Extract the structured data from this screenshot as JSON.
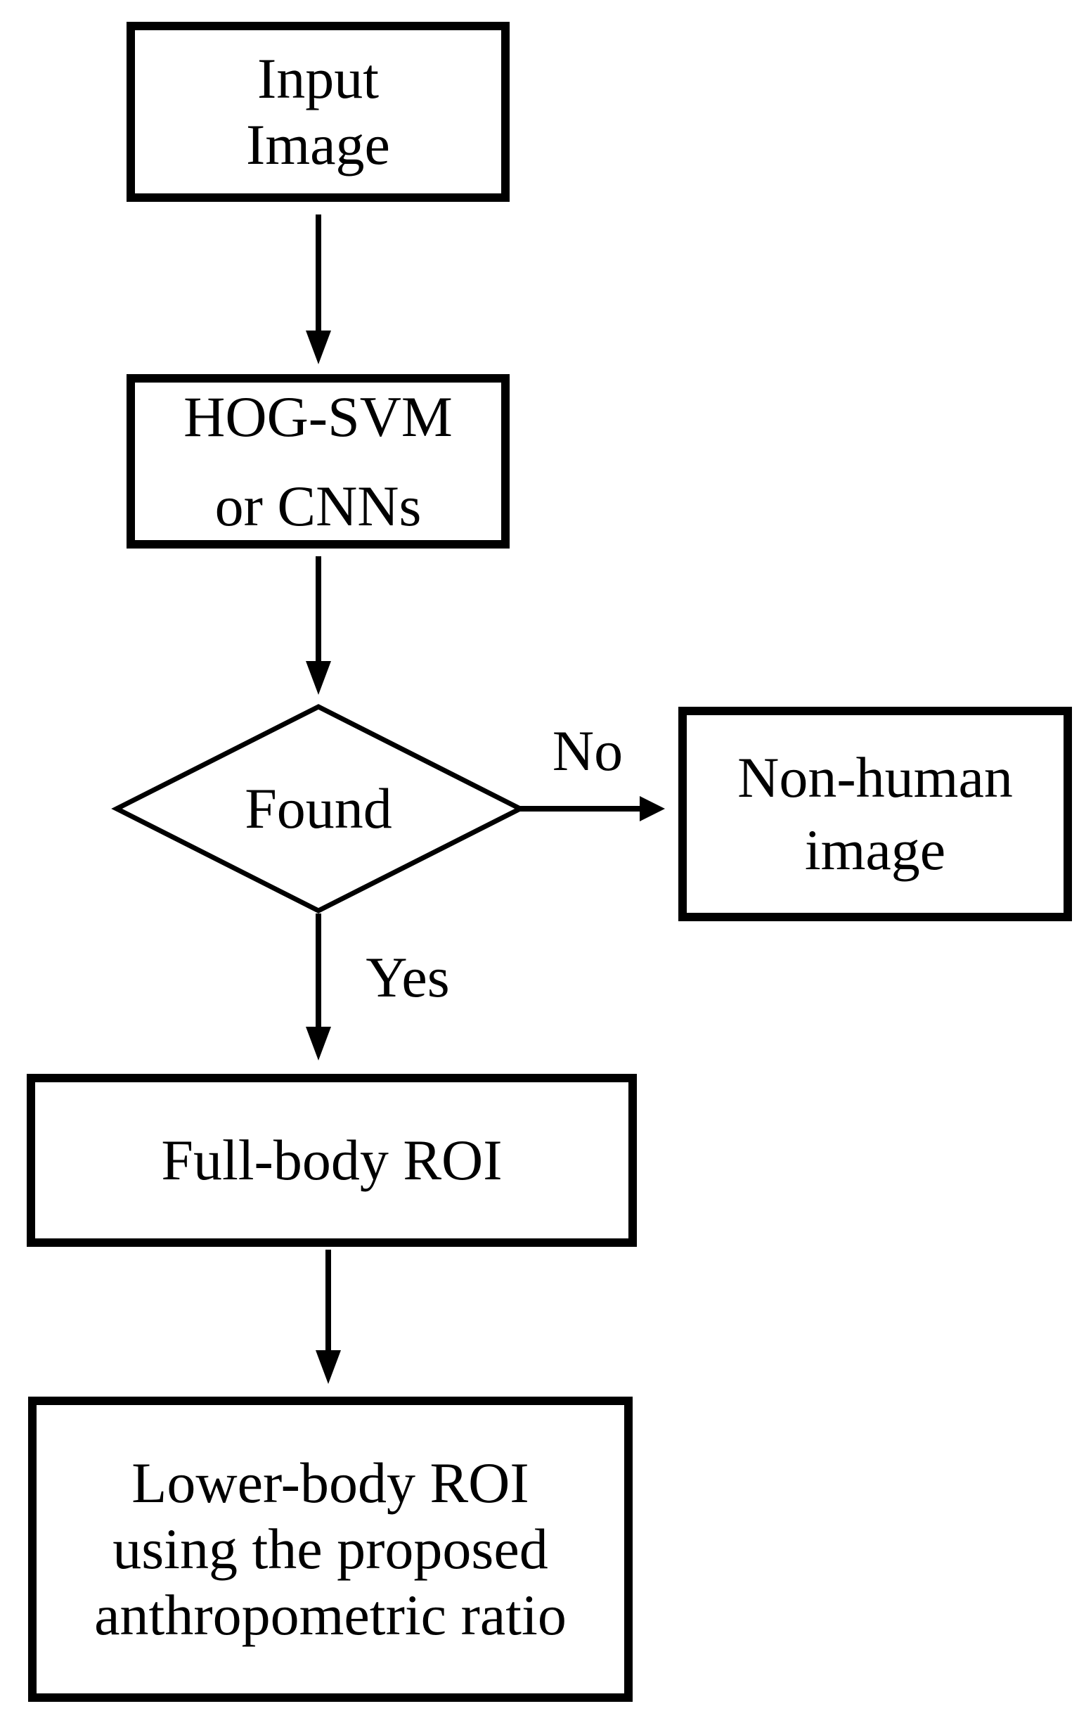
{
  "diagram": {
    "type": "flowchart",
    "colors": {
      "background": "#ffffff",
      "line": "#000000",
      "text": "#000000"
    },
    "nodes": [
      {
        "id": "input-image",
        "shape": "rect",
        "label": "Input\nImage"
      },
      {
        "id": "hog-svm-cnns",
        "shape": "rect",
        "label": "HOG-SVM\nor CNNs"
      },
      {
        "id": "found",
        "shape": "diamond",
        "label": "Found"
      },
      {
        "id": "non-human-image",
        "shape": "rect",
        "label": "Non-human\nimage"
      },
      {
        "id": "full-body-roi",
        "shape": "rect",
        "label": "Full-body ROI"
      },
      {
        "id": "lower-body-roi",
        "shape": "rect",
        "label": "Lower-body ROI\nusing the proposed\nanthropometric ratio"
      }
    ],
    "edges": [
      {
        "from": "input-image",
        "to": "hog-svm-cnns",
        "label": ""
      },
      {
        "from": "hog-svm-cnns",
        "to": "found",
        "label": ""
      },
      {
        "from": "found",
        "to": "non-human-image",
        "label": "No"
      },
      {
        "from": "found",
        "to": "full-body-roi",
        "label": "Yes"
      },
      {
        "from": "full-body-roi",
        "to": "lower-body-roi",
        "label": ""
      }
    ]
  }
}
